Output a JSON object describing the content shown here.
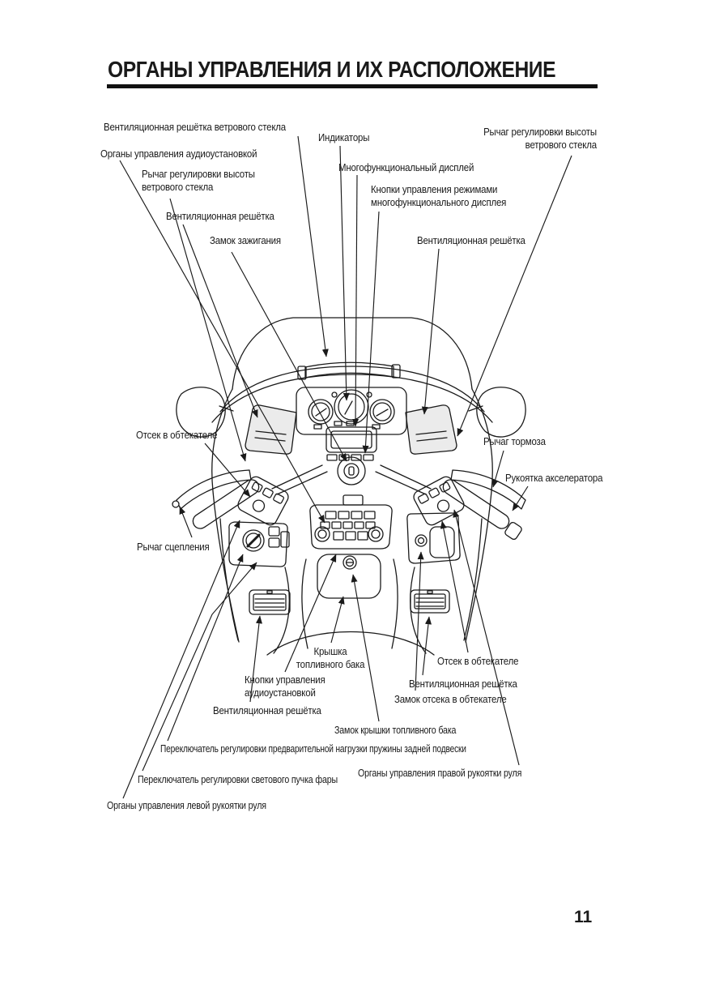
{
  "page": {
    "title": "ОРГАНЫ УПРАВЛЕНИЯ И ИХ РАСПОЛОЖЕНИЕ",
    "page_number": "11"
  },
  "colors": {
    "ink": "#1a1a1a",
    "panel_shade": "#ebebeb",
    "paper": "#ffffff"
  },
  "labels": {
    "windshield_vent": "Вентиляционная решётка ветрового стекла",
    "audio_system_controls": "Органы управления аудиоустановкой",
    "ws_height_lever_left": "Рычаг регулировки высоты\nветрового стекла",
    "vent_left": "Вентиляционная решётка",
    "ignition_lock": "Замок зажигания",
    "indicators": "Индикаторы",
    "multifunction_display": "Многофункциональный дисплей",
    "display_mode_buttons": "Кнопки управления режимами\nмногофункционального дисплея",
    "vent_right": "Вентиляционная решётка",
    "ws_height_lever_right": "Рычаг регулировки высоты\nветрового стекла",
    "fairing_pocket_left": "Отсек в обтекателе",
    "brake_lever": "Рычаг тормоза",
    "throttle_grip": "Рукоятка акселератора",
    "clutch_lever": "Рычаг сцепления",
    "fuel_filler_lid": "Крышка\nтопливного бака",
    "audio_control_buttons": "Кнопки управления\nаудиоустановкой",
    "vent_bottom_left": "Вентиляционная решётка",
    "fairing_pocket_right": "Отсек в обтекателе",
    "vent_bottom_right": "Вентиляционная решётка",
    "fairing_pocket_lock": "Замок отсека в обтекателе",
    "fuel_lid_lock": "Замок крышки топливного бака",
    "preload_switch": "Переключатель регулировки предварительной нагрузки пружины задней подвески",
    "right_grip_controls": "Органы управления правой рукоятки руля",
    "headlight_beam_switch": "Переключатель регулировки светового пучка фары",
    "left_grip_controls": "Органы управления левой рукоятки руля"
  }
}
